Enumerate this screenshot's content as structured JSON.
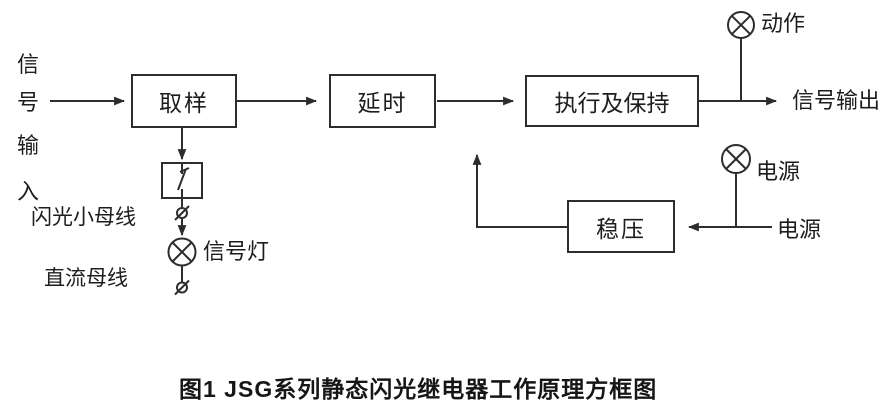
{
  "figure": {
    "caption": "图1  JSG系列静态闪光继电器工作原理方框图"
  },
  "diagram": {
    "blocks": {
      "sampling": "取样",
      "delay": "延时",
      "execute_hold": "执行及保持",
      "voltage_regulator": "稳压"
    },
    "labels": {
      "signal_input_chars": [
        "信",
        "号",
        "输",
        "入"
      ],
      "flash_small_bus": "闪光小母线",
      "dc_bus": "直流母线",
      "signal_lamp": "信号灯",
      "action_lamp": "动作",
      "power_lamp": "电源",
      "power_source": "电源",
      "signal_output": "信号输出"
    },
    "symbols": {
      "lamp": "circle-with-x",
      "terminal": "circle-with-slash",
      "switch": "contact-in-box"
    },
    "colors": {
      "line": "#2d2d2d",
      "text": "#1d1d1d",
      "background": "#ffffff"
    }
  }
}
